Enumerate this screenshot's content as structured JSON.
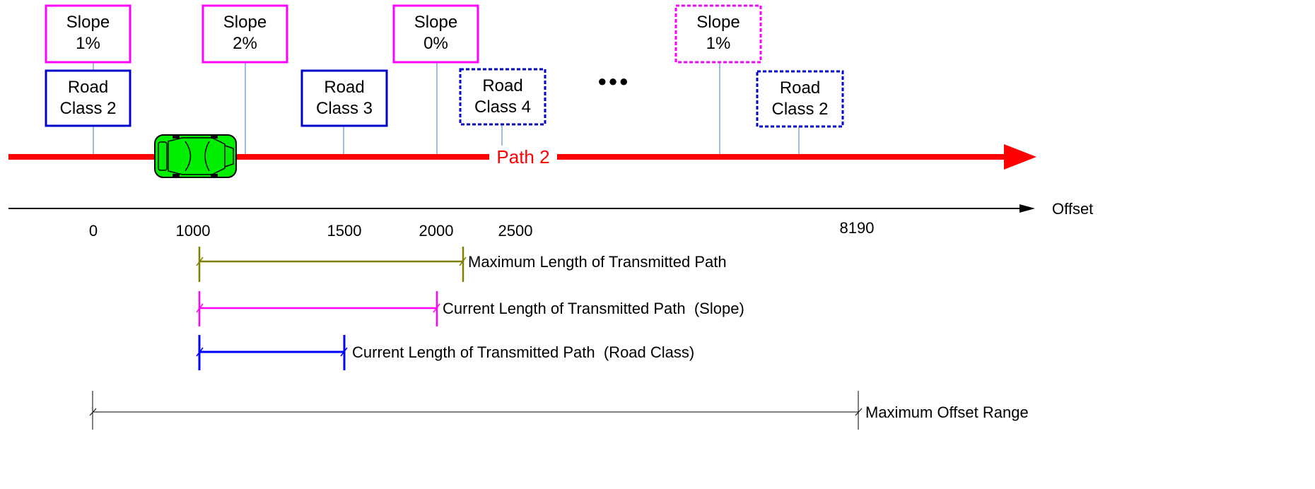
{
  "colors": {
    "path": "#ff0000",
    "slope_box": "#ff00ff",
    "road_box": "#0000cc",
    "leader": "#7aa7d6",
    "max_len_line": "#808000",
    "slope_len_line": "#ff00ff",
    "road_len_line": "#0000ff",
    "axis": "#000000",
    "car_body": "#00ee00"
  },
  "slope_boxes": [
    {
      "line1": "Slope",
      "line2": "1%",
      "style": "solid"
    },
    {
      "line1": "Slope",
      "line2": "2%",
      "style": "solid"
    },
    {
      "line1": "Slope",
      "line2": "0%",
      "style": "solid"
    },
    {
      "line1": "Slope",
      "line2": "1%",
      "style": "dashed"
    }
  ],
  "road_boxes": [
    {
      "line1": "Road",
      "line2": "Class 2",
      "style": "solid"
    },
    {
      "line1": "Road",
      "line2": "Class 3",
      "style": "solid"
    },
    {
      "line1": "Road",
      "line2": "Class 4",
      "style": "dashed"
    },
    {
      "line1": "Road",
      "line2": "Class 2",
      "style": "dashed"
    }
  ],
  "ellipsis": "●●●",
  "path_label": "Path 2",
  "axis_label": "Offset",
  "ticks": [
    "0",
    "1000",
    "1500",
    "2000",
    "2500",
    "8190"
  ],
  "dimensions": {
    "max_length": "Maximum Length of Transmitted Path",
    "slope_length": "Current Length of Transmitted Path  (Slope)",
    "road_length": "Current Length of Transmitted Path  (Road Class)",
    "max_offset": "Maximum Offset Range"
  }
}
